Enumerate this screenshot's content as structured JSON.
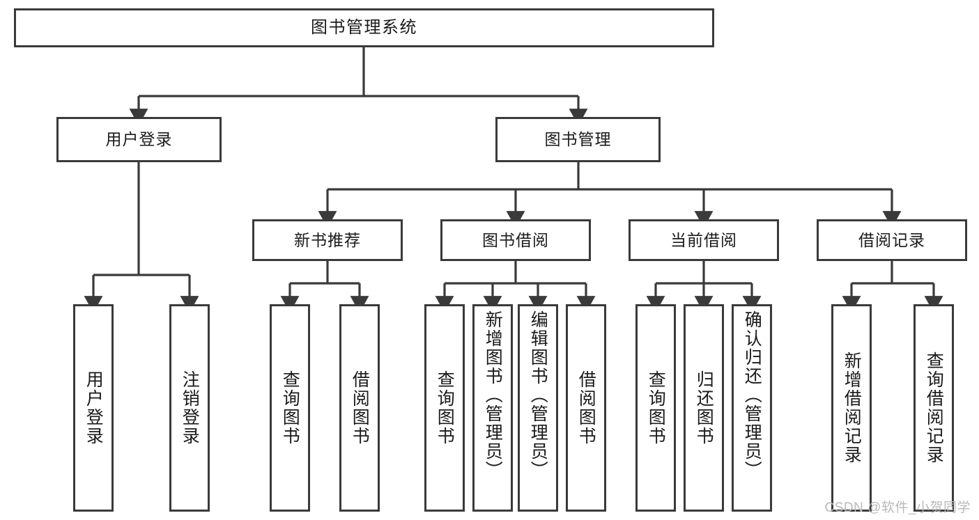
{
  "diagram": {
    "title": "图书管理系统",
    "watermark": "CSDN @软件_小贺同学",
    "line_color": "#3a3a3a",
    "box_fill": "#ffffff",
    "text_color": "#1a1a1a",
    "watermark_color": "#b9b9b9",
    "levels": {
      "root": "图书管理系统",
      "level2": [
        "用户登录",
        "图书管理"
      ],
      "level3": [
        "新书推荐",
        "图书借阅",
        "当前借阅",
        "借阅记录"
      ]
    },
    "nodes": {
      "root": {
        "label": "图书管理系统"
      },
      "user_login": {
        "label": "用户登录"
      },
      "book_manage": {
        "label": "图书管理"
      },
      "new_book_rec": {
        "label": "新书推荐"
      },
      "book_borrow": {
        "label": "图书借阅"
      },
      "current_borrow": {
        "label": "当前借阅"
      },
      "borrow_record": {
        "label": "借阅记录"
      },
      "leaf_user_login": {
        "label": "用户登录"
      },
      "leaf_logout": {
        "label": "注销登录"
      },
      "leaf_query_book_a": {
        "label": "查询图书"
      },
      "leaf_borrow_book_a": {
        "label": "借阅图书"
      },
      "leaf_query_book_b": {
        "label": "查询图书"
      },
      "leaf_add_book": {
        "label": "新增图书（管理员）"
      },
      "leaf_edit_book": {
        "label": "编辑图书（管理员）"
      },
      "leaf_borrow_book_b": {
        "label": "借阅图书"
      },
      "leaf_query_book_c": {
        "label": "查询图书"
      },
      "leaf_return_book": {
        "label": "归还图书"
      },
      "leaf_confirm_return": {
        "label": "确认归还（管理员）"
      },
      "leaf_add_record": {
        "label": "新增借阅记录"
      },
      "leaf_query_record": {
        "label": "查询借阅记录"
      }
    },
    "edges": [
      {
        "from": "root",
        "to": "user_login"
      },
      {
        "from": "root",
        "to": "book_manage"
      },
      {
        "from": "user_login",
        "to": "leaf_user_login"
      },
      {
        "from": "user_login",
        "to": "leaf_logout"
      },
      {
        "from": "book_manage",
        "to": "new_book_rec"
      },
      {
        "from": "book_manage",
        "to": "book_borrow"
      },
      {
        "from": "book_manage",
        "to": "current_borrow"
      },
      {
        "from": "book_manage",
        "to": "borrow_record"
      },
      {
        "from": "new_book_rec",
        "to": "leaf_query_book_a"
      },
      {
        "from": "new_book_rec",
        "to": "leaf_borrow_book_a"
      },
      {
        "from": "book_borrow",
        "to": "leaf_query_book_b"
      },
      {
        "from": "book_borrow",
        "to": "leaf_add_book"
      },
      {
        "from": "book_borrow",
        "to": "leaf_edit_book"
      },
      {
        "from": "book_borrow",
        "to": "leaf_borrow_book_b"
      },
      {
        "from": "current_borrow",
        "to": "leaf_query_book_c"
      },
      {
        "from": "current_borrow",
        "to": "leaf_return_book"
      },
      {
        "from": "current_borrow",
        "to": "leaf_confirm_return"
      },
      {
        "from": "borrow_record",
        "to": "leaf_add_record"
      },
      {
        "from": "borrow_record",
        "to": "leaf_query_record"
      }
    ]
  }
}
